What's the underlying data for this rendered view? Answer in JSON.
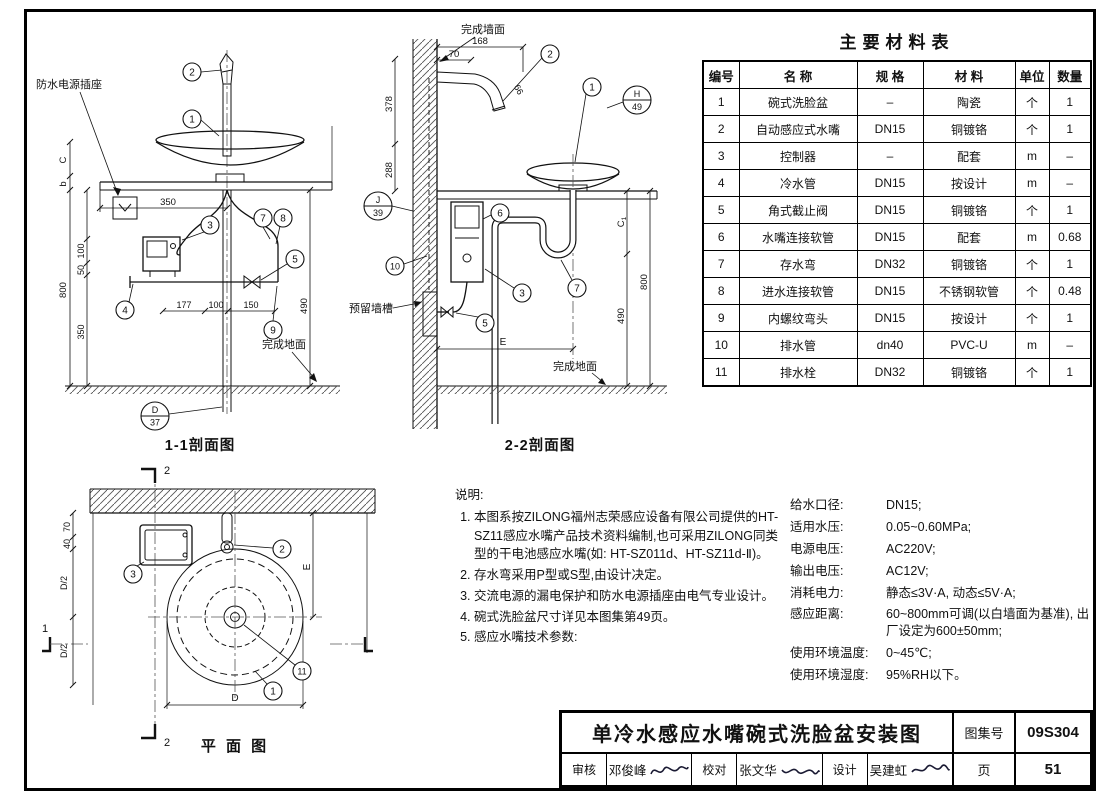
{
  "materials_table": {
    "title": "主要材料表",
    "headers": [
      "编号",
      "名 称",
      "规 格",
      "材 料",
      "单位",
      "数量"
    ],
    "rows": [
      [
        "1",
        "碗式洗脸盆",
        "–",
        "陶瓷",
        "个",
        "1"
      ],
      [
        "2",
        "自动感应式水嘴",
        "DN15",
        "铜镀铬",
        "个",
        "1"
      ],
      [
        "3",
        "控制器",
        "–",
        "配套",
        "m",
        "–"
      ],
      [
        "4",
        "冷水管",
        "DN15",
        "按设计",
        "m",
        "–"
      ],
      [
        "5",
        "角式截止阀",
        "DN15",
        "铜镀铬",
        "个",
        "1"
      ],
      [
        "6",
        "水嘴连接软管",
        "DN15",
        "配套",
        "m",
        "0.68"
      ],
      [
        "7",
        "存水弯",
        "DN32",
        "铜镀铬",
        "个",
        "1"
      ],
      [
        "8",
        "进水连接软管",
        "DN15",
        "不锈钢软管",
        "个",
        "0.48"
      ],
      [
        "9",
        "内螺纹弯头",
        "DN15",
        "按设计",
        "个",
        "1"
      ],
      [
        "10",
        "排水管",
        "dn40",
        "PVC-U",
        "m",
        "–"
      ],
      [
        "11",
        "排水栓",
        "DN32",
        "铜镀铬",
        "个",
        "1"
      ]
    ]
  },
  "notes": {
    "title": "说明:",
    "items": [
      "本图系按ZILONG福州志荣感应设备有限公司提供的HT-SZ11感应水嘴产品技术资料编制,也可采用ZILONG同类型的干电池感应水嘴(如: HT-SZ011d、HT-SZ11d-Ⅱ)。",
      "存水弯采用P型或S型,由设计决定。",
      "交流电源的漏电保护和防水电源插座由电气专业设计。",
      "碗式洗脸盆尺寸详见本图集第49页。",
      "感应水嘴技术参数:"
    ]
  },
  "parameters": [
    {
      "label": "给水口径:",
      "value": "DN15;"
    },
    {
      "label": "适用水压:",
      "value": "0.05~0.60MPa;"
    },
    {
      "label": "电源电压:",
      "value": "AC220V;"
    },
    {
      "label": "输出电压:",
      "value": "AC12V;"
    },
    {
      "label": "消耗电力:",
      "value": "静态≤3V·A, 动态≤5V·A;"
    },
    {
      "label": "感应距离:",
      "value": "60~800mm可调(以白墙面为基准), 出厂设定为600±50mm;"
    },
    {
      "label": "使用环境温度:",
      "value": "0~45℃;"
    },
    {
      "label": "使用环境湿度:",
      "value": "95%RH以下。"
    }
  ],
  "title_block": {
    "title": "单冷水感应水嘴碗式洗脸盆安装图",
    "atlas_label": "图集号",
    "atlas_no": "09S304",
    "page_label": "页",
    "page_no": "51",
    "roles": [
      {
        "label": "审核",
        "name": "邓俊峰"
      },
      {
        "label": "校对",
        "name": "张文华"
      },
      {
        "label": "设计",
        "name": "吴建虹"
      }
    ]
  },
  "drawings": {
    "s1": {
      "title": "1-1剖面图",
      "socket": "防水电源插座",
      "floor": "完成地面",
      "d350": "350",
      "dC": "C",
      "db": "b",
      "d800": "800",
      "d100": "100",
      "d50": "50",
      "d350b": "350",
      "d177": "177",
      "d100b": "100",
      "d150": "150",
      "d490": "490",
      "detD": "D",
      "det37": "37",
      "c1": "1",
      "c2": "2",
      "c3": "3",
      "c4": "4",
      "c5": "5",
      "c7": "7",
      "c8": "8",
      "c9": "9"
    },
    "s2": {
      "title": "2-2剖面图",
      "wall": "完成墙面",
      "slot": "预留墙槽",
      "floor": "完成地面",
      "d70": "70",
      "d168": "168",
      "d66": "66",
      "d378": "378",
      "d288": "288",
      "dC1": "C",
      "dC1s": "1",
      "d490": "490",
      "d800": "800",
      "dE": "E",
      "detH": "H",
      "det49": "49",
      "detJ": "J",
      "det39": "39",
      "c1": "1",
      "c2": "2",
      "c3": "3",
      "c5": "5",
      "c6": "6",
      "c7": "7",
      "c10": "10"
    },
    "s3": {
      "title": "平 面 图",
      "d70": "70",
      "d40": "40",
      "dD2a": "D/2",
      "dD2b": "D/2",
      "dD": "D",
      "dE": "E",
      "c1": "1",
      "c2": "2",
      "c3": "3",
      "c11": "11",
      "m2a": "2",
      "m2b": "2",
      "m1": "1"
    }
  }
}
